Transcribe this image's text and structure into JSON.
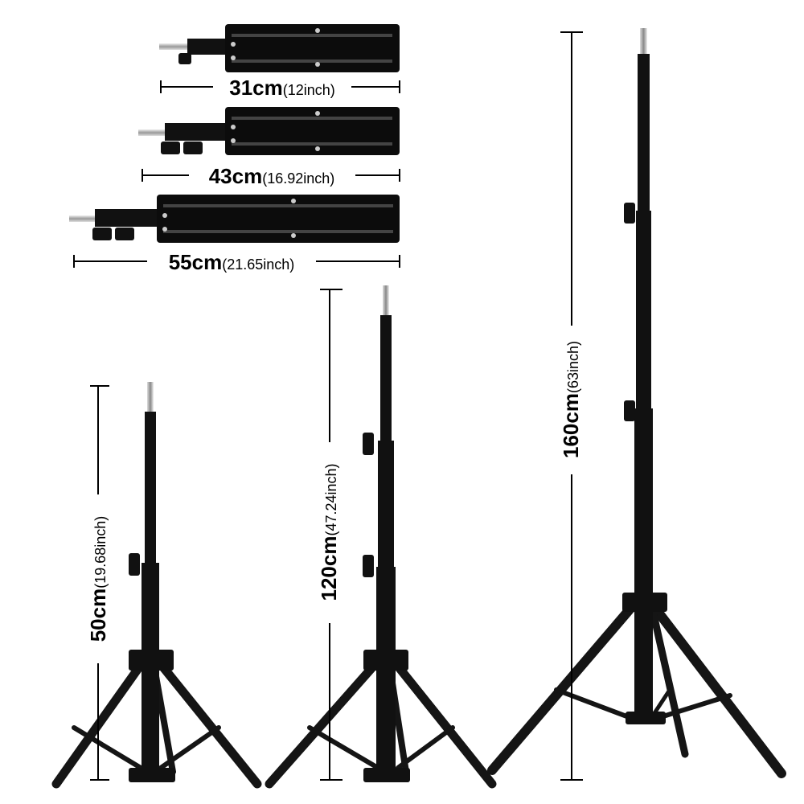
{
  "colors": {
    "background": "#ffffff",
    "stand": "#111111",
    "chrome": "#bfbfbf",
    "dimension_line": "#000000"
  },
  "folded": [
    {
      "size": "31cm",
      "inch": "(12inch)"
    },
    {
      "size": "43cm",
      "inch": "(16.92inch)"
    },
    {
      "size": "55cm",
      "inch": "(21.65inch)"
    }
  ],
  "tripods": [
    {
      "size": "50cm",
      "inch": "(19.68inch)"
    },
    {
      "size": "120cm",
      "inch": "(47.24inch)"
    },
    {
      "size": "160cm",
      "inch": "(63inch)"
    }
  ]
}
